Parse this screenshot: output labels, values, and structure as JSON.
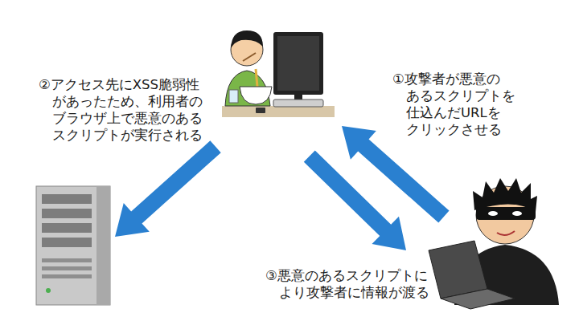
{
  "diagram": {
    "labels": [
      "①攻撃者が悪意の あるスクリプトを 仕込んだURLを クリックさせる",
      "②アクセス先にXSS脆弱性 があったため、利用者の ブラウザ上で悪意のある スクリプトが実行される",
      "③悪意のあるスクリプトに より攻撃者に情報が渡る"
    ]
  }
}
